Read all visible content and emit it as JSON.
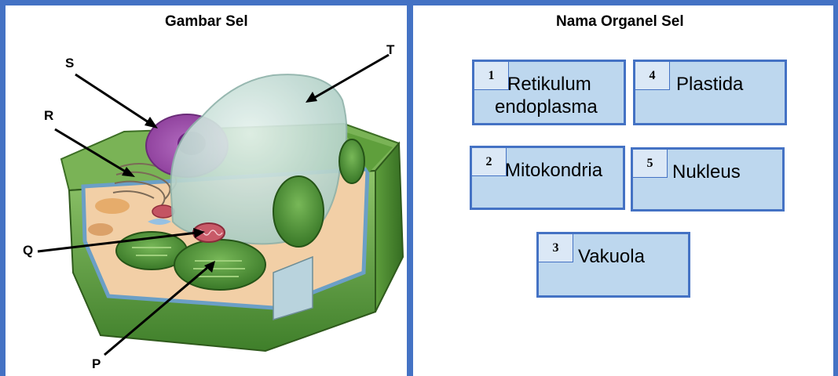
{
  "left_panel": {
    "title": "Gambar Sel",
    "labels": {
      "S": "S",
      "R": "R",
      "Q": "Q",
      "P": "P",
      "T": "T"
    }
  },
  "right_panel": {
    "title": "Nama Organel Sel",
    "cards": [
      {
        "number": "1",
        "line1": "Retikulum",
        "line2": "endoplasma"
      },
      {
        "number": "4",
        "line1": "Plastida"
      },
      {
        "number": "2",
        "line1": "Mitokondria"
      },
      {
        "number": "5",
        "line1": "Nukleus"
      },
      {
        "number": "3",
        "line1": "Vakuola"
      }
    ]
  },
  "colors": {
    "border": "#4472c4",
    "card_fill": "#bdd7ee",
    "cell_wall": "#6aa84f"
  }
}
